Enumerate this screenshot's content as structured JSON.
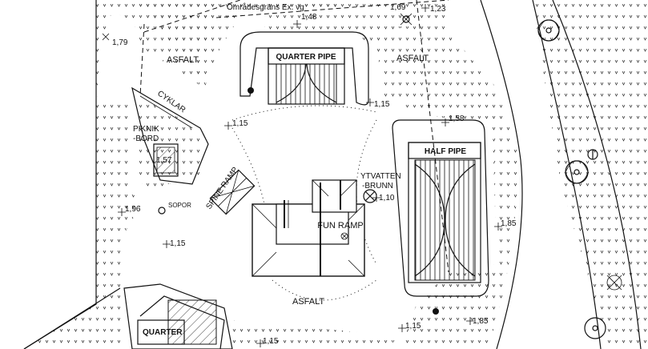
{
  "labels": {
    "boundary": "Områdesgräns Ex. vg",
    "asfalt_left": "ASFALT",
    "asfalt_right": "ASFALT",
    "asfalt_center": "ASFALT",
    "quarter_pipe_top": "QUARTER PIPE",
    "quarter_pipe_bottom": "QUARTER",
    "half_pipe": "HALF PIPE",
    "fun_ramp": "FUN RAMP",
    "spine_ramp": "SPINE RAMP",
    "cyklar": "CYKLAR",
    "piknik_1": "PIKNIK",
    "piknik_2": "-BORD",
    "sopor": "SOPOR",
    "ytvatten_1": "YTVATTEN",
    "ytvatten_2": "-BRUNN"
  },
  "elevations": {
    "e179": "1,79",
    "e148": "1,48",
    "e169": "1,69",
    "e123": "1,23",
    "e115_qp": "1,15",
    "e158": "1,58",
    "e115_bike": "1,15",
    "e157": "1,57",
    "e110": "1,10",
    "e196": "1,96",
    "e185": "1,85",
    "e115_left": "1,15",
    "e115_br": "1,15",
    "e185_br": "1,85",
    "e115_bottom": "1,15"
  },
  "icons": [
    "tree-icon",
    "drain-icon",
    "well-icon",
    "survey-point-icon"
  ]
}
